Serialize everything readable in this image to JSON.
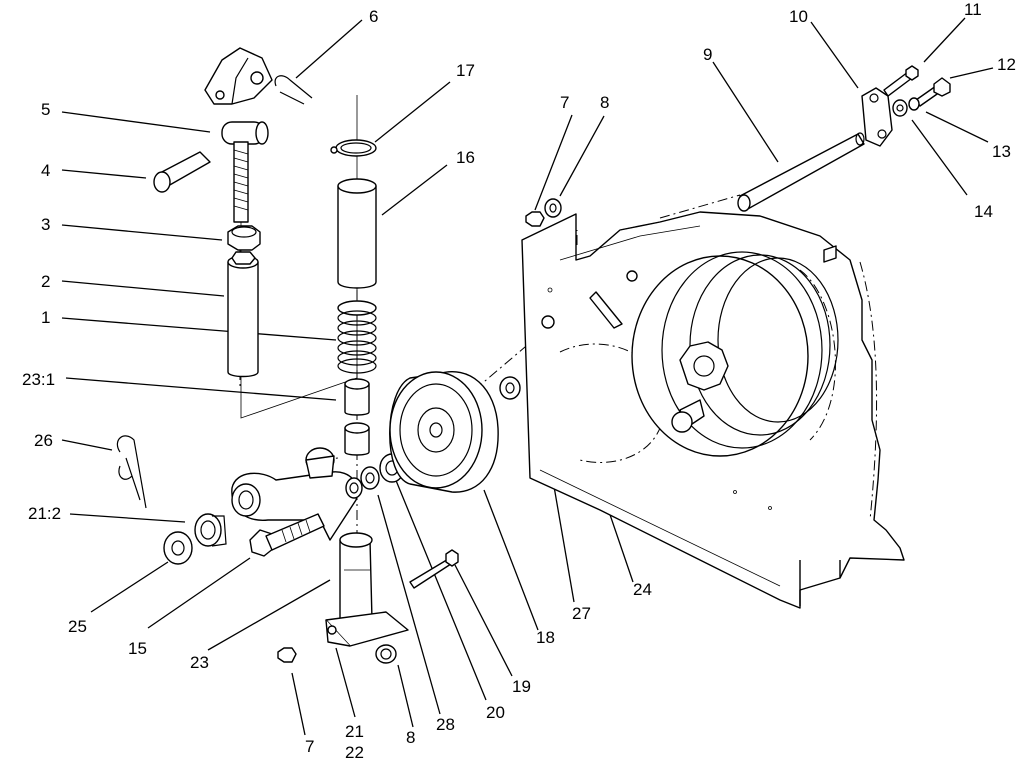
{
  "callouts": [
    {
      "id": "c6",
      "text": "6"
    },
    {
      "id": "c17",
      "text": "17"
    },
    {
      "id": "c16",
      "text": "16"
    },
    {
      "id": "c5",
      "text": "5"
    },
    {
      "id": "c4",
      "text": "4"
    },
    {
      "id": "c3",
      "text": "3"
    },
    {
      "id": "c2",
      "text": "2"
    },
    {
      "id": "c1",
      "text": "1"
    },
    {
      "id": "c23_1",
      "text": "23:1"
    },
    {
      "id": "c26",
      "text": "26"
    },
    {
      "id": "c21_2",
      "text": "21:2"
    },
    {
      "id": "c25",
      "text": "25"
    },
    {
      "id": "c15",
      "text": "15"
    },
    {
      "id": "c23",
      "text": "23"
    },
    {
      "id": "c7b",
      "text": "7"
    },
    {
      "id": "c21",
      "text": "21"
    },
    {
      "id": "c22",
      "text": "22"
    },
    {
      "id": "c8b",
      "text": "8"
    },
    {
      "id": "c28",
      "text": "28"
    },
    {
      "id": "c20",
      "text": "20"
    },
    {
      "id": "c19",
      "text": "19"
    },
    {
      "id": "c18",
      "text": "18"
    },
    {
      "id": "c27",
      "text": "27"
    },
    {
      "id": "c24",
      "text": "24"
    },
    {
      "id": "c7t",
      "text": "7"
    },
    {
      "id": "c8t",
      "text": "8"
    },
    {
      "id": "c9",
      "text": "9"
    },
    {
      "id": "c10",
      "text": "10"
    },
    {
      "id": "c11",
      "text": "11"
    },
    {
      "id": "c12",
      "text": "12"
    },
    {
      "id": "c13",
      "text": "13"
    },
    {
      "id": "c14",
      "text": "14"
    }
  ]
}
